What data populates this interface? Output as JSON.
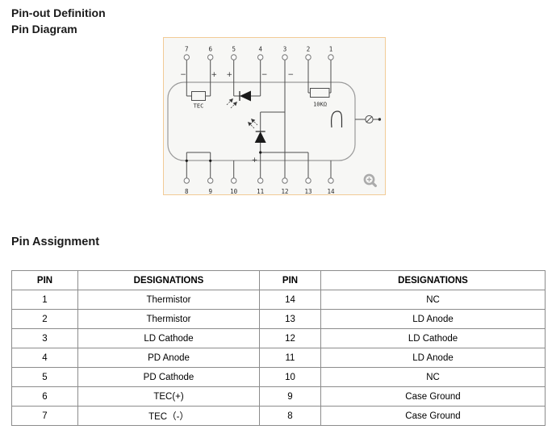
{
  "titles": {
    "line1": "Pin-out Definition",
    "line2": "Pin Diagram",
    "section": "Pin Assignment"
  },
  "diagram": {
    "top_pins": [
      "7",
      "6",
      "5",
      "4",
      "3",
      "2",
      "1"
    ],
    "top_signs": [
      "−",
      "+",
      "+",
      "−",
      "−"
    ],
    "bottom_pins": [
      "8",
      "9",
      "10",
      "11",
      "12",
      "13",
      "14"
    ],
    "tec_label": "TEC",
    "resistor_label": "10KΩ",
    "ld_anode_sign": "+",
    "icons": {
      "zoom": "zoom-in-icon",
      "fiber_output": "fiber-connector-icon",
      "optical_path": "optical-path-icon",
      "photodiode": "photodiode-icon",
      "laser_diode": "laser-diode-icon"
    }
  },
  "table": {
    "headers": [
      "PIN",
      "DESIGNATIONS",
      "PIN",
      "DESIGNATIONS"
    ],
    "rows": [
      [
        "1",
        "Thermistor",
        "14",
        "NC"
      ],
      [
        "2",
        "Thermistor",
        "13",
        "LD Anode"
      ],
      [
        "3",
        "LD Cathode",
        "12",
        "LD Cathode"
      ],
      [
        "4",
        "PD Anode",
        "11",
        "LD Anode"
      ],
      [
        "5",
        "PD Cathode",
        "10",
        "NC"
      ],
      [
        "6",
        "TEC(+)",
        "9",
        "Case Ground"
      ],
      [
        "7",
        "TEC（-）",
        "8",
        "Case Ground"
      ]
    ]
  },
  "colors": {
    "image_border": "#f2cb96",
    "diagram_background": "#f7f7f5",
    "table_border": "#8c8c8c",
    "wire": "#4d4d4d",
    "package_outline": "#9a9a9a",
    "zoom_icon_gray": "#ababab"
  }
}
